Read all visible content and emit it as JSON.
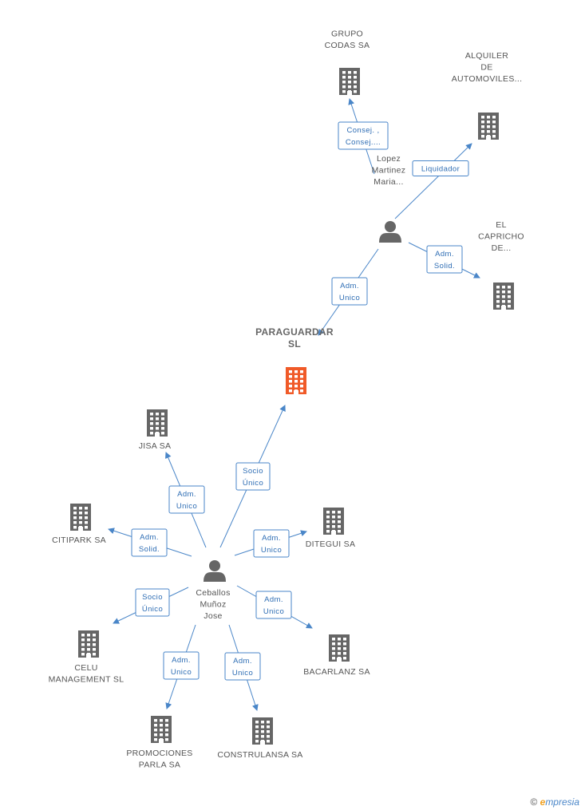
{
  "colors": {
    "building": "#666666",
    "main_building": "#f05a28",
    "person": "#666666",
    "edge": "#4a86c8"
  },
  "nodes": [
    {
      "id": "paraguardar",
      "type": "company",
      "main": true,
      "label": [
        "PARAGUARDAR",
        "SL"
      ]
    },
    {
      "id": "grupo",
      "type": "company",
      "label": [
        "GRUPO",
        "CODAS SA"
      ]
    },
    {
      "id": "alquiler",
      "type": "company",
      "label": [
        "ALQUILER",
        "DE",
        "AUTOMOVILES..."
      ]
    },
    {
      "id": "capricho",
      "type": "company",
      "label": [
        "EL",
        "CAPRICHO",
        "DE..."
      ]
    },
    {
      "id": "lopez",
      "type": "person",
      "label": [
        "Lopez",
        "Martinez",
        "Maria..."
      ]
    },
    {
      "id": "ceballos",
      "type": "person",
      "label": [
        "Ceballos",
        "Muñoz",
        "Jose"
      ]
    },
    {
      "id": "jisa",
      "type": "company",
      "label": [
        "JISA SA"
      ]
    },
    {
      "id": "citipark",
      "type": "company",
      "label": [
        "CITIPARK SA"
      ]
    },
    {
      "id": "ditegui",
      "type": "company",
      "label": [
        "DITEGUI SA"
      ]
    },
    {
      "id": "celu",
      "type": "company",
      "label": [
        "CELU",
        "MANAGEMENT SL"
      ]
    },
    {
      "id": "bacarlanz",
      "type": "company",
      "label": [
        "BACARLANZ SA"
      ]
    },
    {
      "id": "promociones",
      "type": "company",
      "label": [
        "PROMOCIONES",
        "PARLA SA"
      ]
    },
    {
      "id": "construlansa",
      "type": "company",
      "label": [
        "CONSTRULANSA SA"
      ]
    }
  ],
  "edges": [
    {
      "from": "lopez",
      "to": "grupo",
      "label": [
        "Consej. ,",
        "Consej...."
      ]
    },
    {
      "from": "lopez",
      "to": "alquiler",
      "label": [
        "Liquidador"
      ]
    },
    {
      "from": "lopez",
      "to": "capricho",
      "label": [
        "Adm.",
        "Solid."
      ]
    },
    {
      "from": "lopez",
      "to": "paraguardar",
      "label": [
        "Adm.",
        "Unico"
      ]
    },
    {
      "from": "ceballos",
      "to": "paraguardar",
      "label": [
        "Socio",
        "Único"
      ]
    },
    {
      "from": "ceballos",
      "to": "jisa",
      "label": [
        "Adm.",
        "Unico"
      ]
    },
    {
      "from": "ceballos",
      "to": "citipark",
      "label": [
        "Adm.",
        "Solid."
      ]
    },
    {
      "from": "ceballos",
      "to": "ditegui",
      "label": [
        "Adm.",
        "Unico"
      ]
    },
    {
      "from": "ceballos",
      "to": "celu",
      "label": [
        "Socio",
        "Único"
      ]
    },
    {
      "from": "ceballos",
      "to": "bacarlanz",
      "label": [
        "Adm.",
        "Unico"
      ]
    },
    {
      "from": "ceballos",
      "to": "promociones",
      "label": [
        "Adm.",
        "Unico"
      ]
    },
    {
      "from": "ceballos",
      "to": "construlansa",
      "label": [
        "Adm.",
        "Unico"
      ]
    }
  ],
  "footer": {
    "copyright": "©",
    "brand_e": "e",
    "brand_rest": "mpresia"
  }
}
